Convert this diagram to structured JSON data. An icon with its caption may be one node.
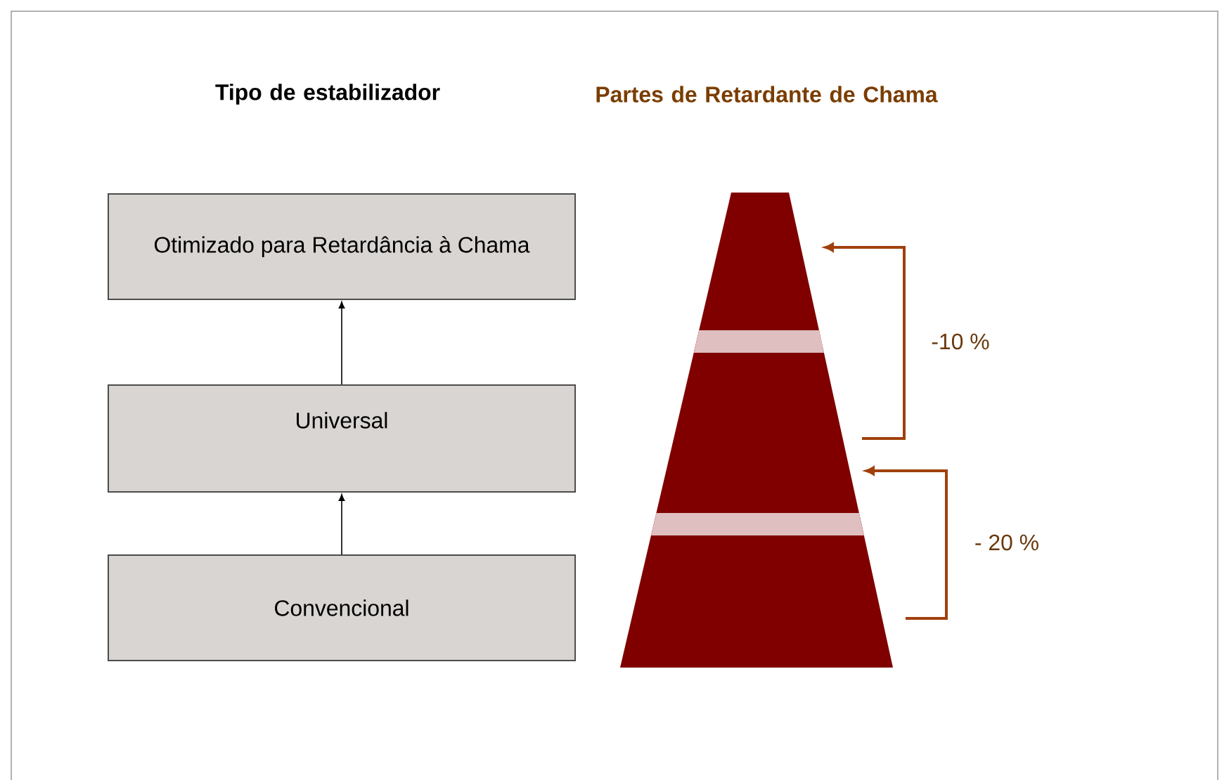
{
  "diagram": {
    "nodes": [
      {
        "text": [
          "Otimizado para Retardância à Chama"
        ]
      },
      {
        "text": [
          "Universal"
        ]
      },
      {
        "text": [
          "Convencional"
        ]
      }
    ],
    "edges": [
      {
        "from": 2,
        "to": 1,
        "arrow": "to"
      },
      {
        "from": 1,
        "to": 0,
        "arrow": "to"
      }
    ],
    "labels": [
      "Tipo de estabilizador",
      "Partes de Retardante de Chama",
      "-10 %",
      "- 20 %"
    ]
  }
}
